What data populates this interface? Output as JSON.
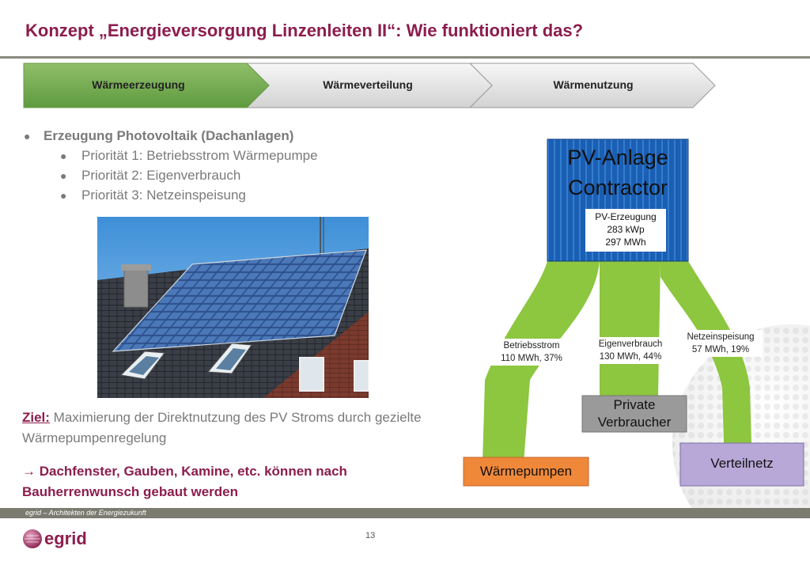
{
  "header": {
    "title": "Konzept „Energieversorgung Linzenleiten II“: Wie funktioniert das?"
  },
  "steps": [
    {
      "label": "Wärmeerzeugung",
      "active": true
    },
    {
      "label": "Wärmeverteilung",
      "active": false
    },
    {
      "label": "Wärmenutzung",
      "active": false
    }
  ],
  "bullets": {
    "main": "Erzeugung Photovoltaik (Dachanlagen)",
    "sub": [
      "Priorität 1: Betriebsstrom Wärmepumpe",
      "Priorität 2: Eigenverbrauch",
      "Priorität 3: Netzeinspeisung"
    ]
  },
  "goal": {
    "key": "Ziel:",
    "text": " Maximierung der Direktnutzung des PV Stroms durch gezielte Wärmepumpenregelung"
  },
  "conclusion": {
    "arrow": "→",
    "text": " Dachfenster, Gauben, Kamine, etc. können nach Bauherrenwunsch gebaut werden"
  },
  "diagram": {
    "source": {
      "title_line1": "PV-Anlage",
      "title_line2": "Contractor",
      "info_line1": "PV-Erzeugung",
      "info_line2": "283 kWp",
      "info_line3": "297 MWh"
    },
    "flows": [
      {
        "label_line1": "Betriebsstrom",
        "label_line2": "110 MWh, 37%",
        "mwh": 110,
        "percent": 37
      },
      {
        "label_line1": "Eigenverbrauch",
        "label_line2": "130 MWh, 44%",
        "mwh": 130,
        "percent": 44
      },
      {
        "label_line1": "Netzeinspeisung",
        "label_line2": "57 MWh, 19%",
        "mwh": 57,
        "percent": 19
      }
    ],
    "sinks": {
      "heat_pumps": "Wärmepumpen",
      "private_line1": "Private",
      "private_line2": "Verbraucher",
      "grid": "Verteilnetz"
    },
    "colors": {
      "pv": "#1a5fb4",
      "flow": "#8dc63f",
      "heat_pumps": "#f0883a",
      "private": "#9a9a9a",
      "grid": "#b7a8d8",
      "accent": "#8c1d4e"
    }
  },
  "footer": {
    "tagline": "egrid – Architekten der Energiezukunft",
    "page": "13",
    "logo": "egrid"
  }
}
